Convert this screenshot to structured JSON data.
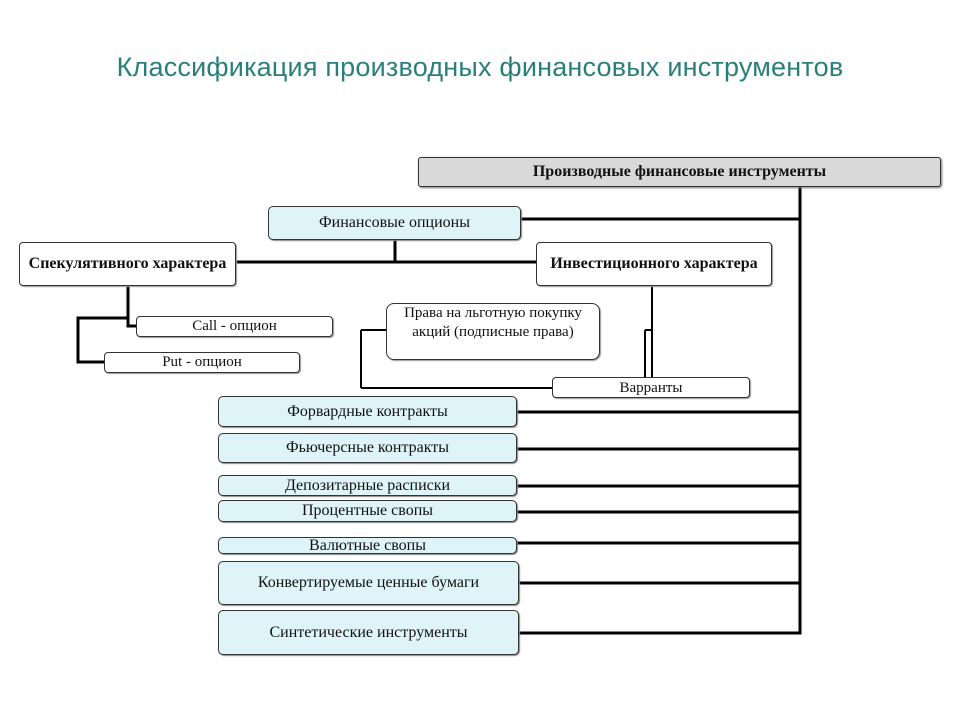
{
  "title": "Классификация производных финансовых инструментов",
  "root": "Производные финансовые инструменты",
  "options": {
    "label": "Финансовые опционы",
    "speculative": "Спекулятивного характера",
    "investment": "Инвестиционного характера",
    "call": "Call - опцион",
    "put": "Put - опцион",
    "rights": "Права на льготную покупку акций (подписные права)",
    "warrants": "Варранты"
  },
  "instruments": [
    "Форвардные контракты",
    "Фьючерсные контракты",
    "Депозитарные расписки",
    "Процентные свопы",
    "Валютные свопы",
    "Конвертируемые ценные бумаги",
    "Синтетические инструменты"
  ]
}
